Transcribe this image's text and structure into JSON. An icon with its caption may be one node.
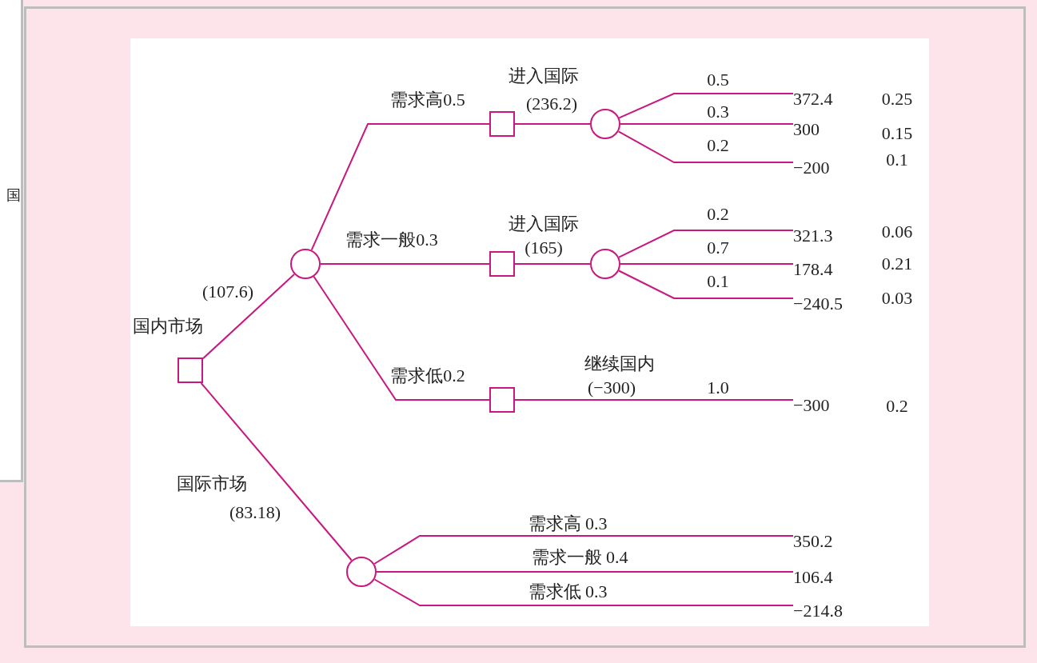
{
  "diagram": {
    "nodes": [
      {
        "text": [],
        "shape": "box"
      },
      {
        "text": [],
        "shape": "circle",
        "beside": [
          "(107.6)"
        ]
      },
      {
        "text": [],
        "shape": "box",
        "beside": [
          "进入国际",
          "(236.2)"
        ]
      },
      {
        "text": [],
        "shape": "circle"
      },
      {
        "text": [],
        "shape": "box",
        "beside": [
          "进入国际",
          "(165)"
        ]
      },
      {
        "text": [],
        "shape": "circle"
      },
      {
        "text": [],
        "shape": "box",
        "beside": [
          "继续国内",
          "(−300)"
        ]
      },
      {
        "text": [],
        "shape": "circle"
      },
      {
        "text": [
          "372.4"
        ],
        "beside": [
          "0.25"
        ]
      },
      {
        "text": [
          "300"
        ],
        "beside": [
          "0.15"
        ]
      },
      {
        "text": [
          "−200"
        ],
        "beside": [
          "0.1"
        ]
      },
      {
        "text": [
          "321.3"
        ],
        "beside": [
          "0.06"
        ]
      },
      {
        "text": [
          "178.4"
        ],
        "beside": [
          "0.21"
        ]
      },
      {
        "text": [
          "−240.5"
        ],
        "beside": [
          "0.03"
        ]
      },
      {
        "text": [
          "−300"
        ],
        "beside": [
          "0.2"
        ]
      },
      {
        "text": [
          "350.2"
        ]
      },
      {
        "text": [
          "106.4"
        ]
      },
      {
        "text": [
          "−214.8"
        ]
      }
    ],
    "edges": [
      {
        "from": 0,
        "to": 1,
        "arrow": "none",
        "label": "国内市场"
      },
      {
        "from": 0,
        "to": 7,
        "arrow": "none",
        "label": "国际市场"
      },
      {
        "from": 1,
        "to": 2,
        "arrow": "none",
        "label": "需求高0.5"
      },
      {
        "from": 1,
        "to": 4,
        "arrow": "none",
        "label": "需求一般0.3"
      },
      {
        "from": 1,
        "to": 6,
        "arrow": "none",
        "label": "需求低0.2"
      },
      {
        "from": 2,
        "to": 3,
        "arrow": "none"
      },
      {
        "from": 4,
        "to": 5,
        "arrow": "none"
      },
      {
        "from": 3,
        "to": 8,
        "arrow": "none",
        "label": "0.5"
      },
      {
        "from": 3,
        "to": 9,
        "arrow": "none",
        "label": "0.3"
      },
      {
        "from": 3,
        "to": 10,
        "arrow": "none",
        "label": "0.2"
      },
      {
        "from": 5,
        "to": 11,
        "arrow": "none",
        "label": "0.2"
      },
      {
        "from": 5,
        "to": 12,
        "arrow": "none",
        "label": "0.7"
      },
      {
        "from": 5,
        "to": 13,
        "arrow": "none",
        "label": "0.1"
      },
      {
        "from": 6,
        "to": 14,
        "arrow": "none",
        "label": "1.0"
      },
      {
        "from": 7,
        "to": 15,
        "arrow": "none",
        "label": "需求高 0.3"
      },
      {
        "from": 7,
        "to": 16,
        "arrow": "none",
        "label": "需求一般 0.4"
      },
      {
        "from": 7,
        "to": 17,
        "arrow": "none",
        "label": "需求低 0.3"
      }
    ],
    "labels": [
      "国",
      "(83.18)"
    ]
  }
}
